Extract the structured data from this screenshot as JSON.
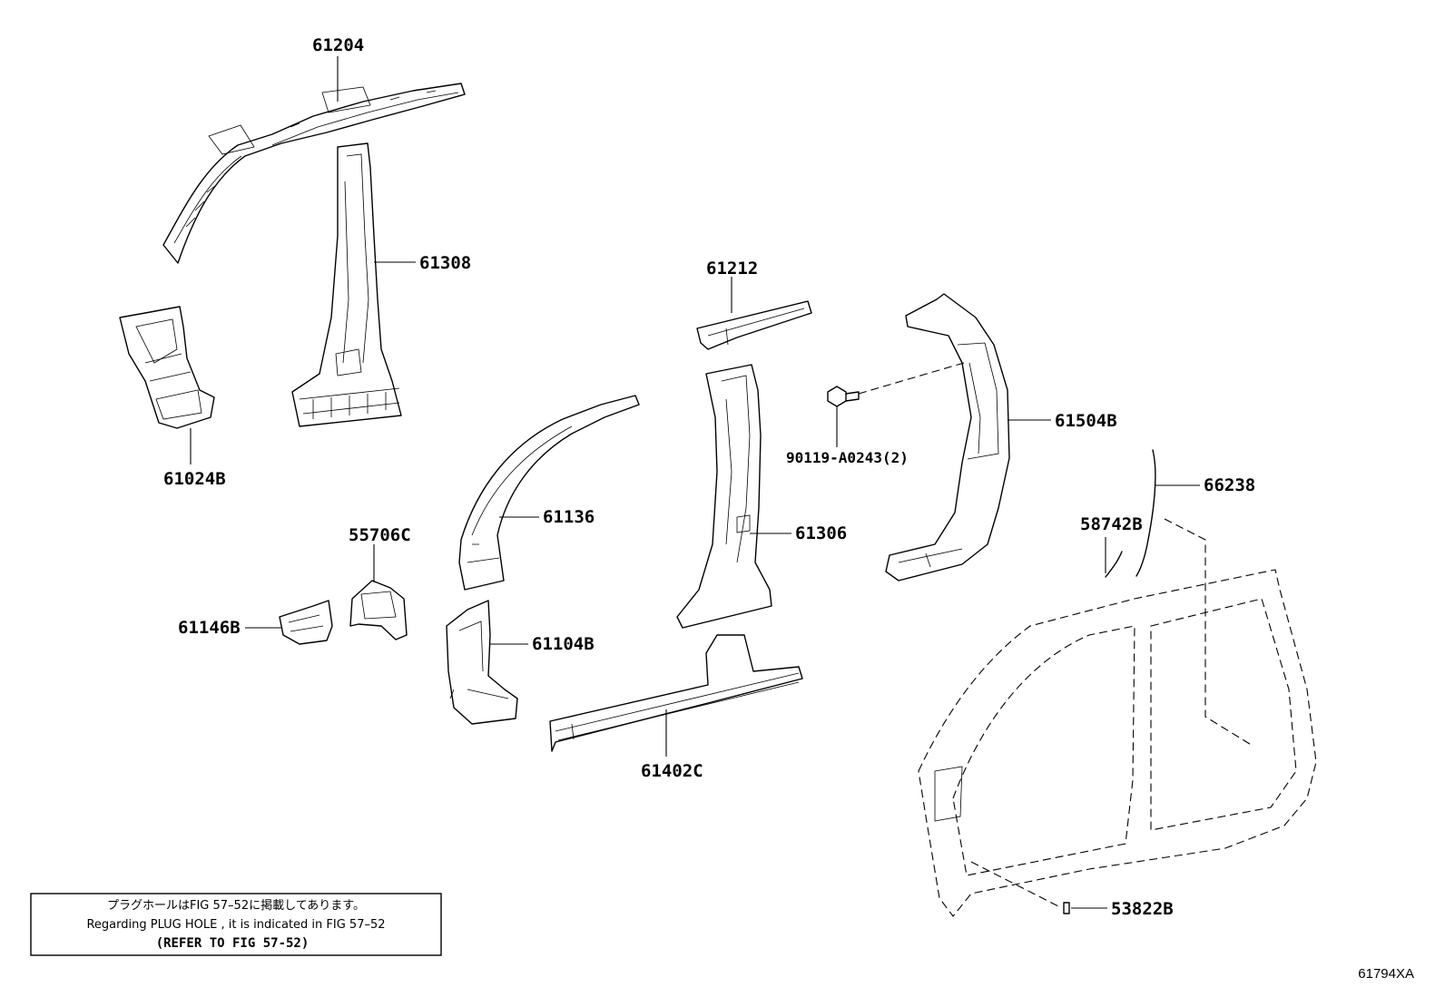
{
  "parts": {
    "p61204": "61204",
    "p61308": "61308",
    "p61024B": "61024B",
    "p61212": "61212",
    "p61504B": "61504B",
    "p90119": "90119-A0243(2)",
    "p66238": "66238",
    "p58742B": "58742B",
    "p61136": "61136",
    "p61306": "61306",
    "p55706C": "55706C",
    "p61146B": "61146B",
    "p61104B": "61104B",
    "p61402C": "61402C",
    "p53822B": "53822B"
  },
  "note": {
    "line_jp": "プラグホールはFIG 57–52に掲載してあります。",
    "line_en": "Regarding PLUG HOLE , it is indicated in FIG 57–52",
    "line_ref": "(REFER TO FIG 57-52)"
  },
  "figure_id": "61794XA"
}
